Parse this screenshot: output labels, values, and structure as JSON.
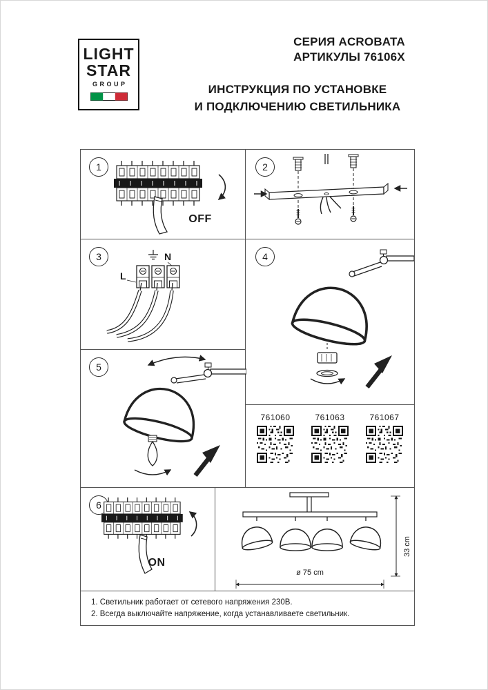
{
  "colors": {
    "flag_green": "#009246",
    "flag_red": "#CE2B37",
    "ink": "#1a1a1a"
  },
  "logo": {
    "line1": "LIGHT",
    "line2": "STAR",
    "group": "GROUP"
  },
  "header": {
    "series_line1": "СЕРИЯ ACROBATA",
    "series_line2": "АРТИКУЛЫ 76106X",
    "title_line1": "ИНСТРУКЦИЯ ПО УСТАНОВКЕ",
    "title_line2": "И ПОДКЛЮЧЕНИЮ СВЕТИЛЬНИКА"
  },
  "steps": {
    "s1": {
      "num": "1",
      "switch_label": "OFF"
    },
    "s2": {
      "num": "2"
    },
    "s3": {
      "num": "3",
      "label_n": "N",
      "label_l": "L"
    },
    "s4": {
      "num": "4"
    },
    "s5": {
      "num": "5"
    },
    "s6": {
      "num": "6",
      "switch_label": "ON"
    }
  },
  "articles": [
    {
      "code": "761060"
    },
    {
      "code": "761063"
    },
    {
      "code": "761067"
    }
  ],
  "dimensions": {
    "height": "33 cm",
    "diameter": "ø 75 cm"
  },
  "notes": [
    "1. Светильник работает от сетевого напряжения 230В.",
    "2. Всегда выключайте напряжение, когда устанавливаете светильник."
  ]
}
